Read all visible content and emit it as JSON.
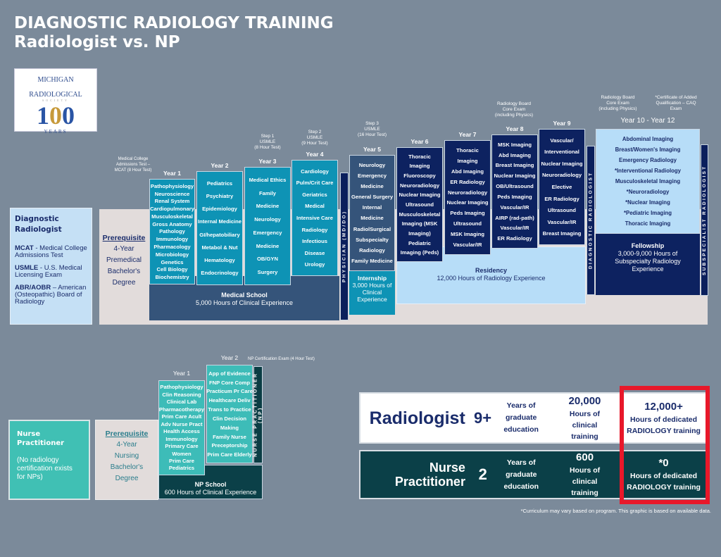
{
  "title": {
    "line1": "DIAGNOSTIC RADIOLOGY TRAINING",
    "line2": "Radiologist vs. NP"
  },
  "logo": {
    "line1": "MICHIGAN",
    "line2": "RADIOLOGICAL",
    "society": "SOCIETY",
    "number": "100",
    "years": "YEARS"
  },
  "legend": {
    "heading": "Diagnostic Radiologist",
    "items": [
      {
        "abbr": "MCAT",
        "text": " - Medical College Admissions Test"
      },
      {
        "abbr": "USMLE",
        "text": " - U.S. Medical Licensing Exam"
      },
      {
        "abbr": "ABR/AOBR",
        "text": " – American (Osteopathic) Board of Radiology"
      }
    ]
  },
  "prereq_rad": {
    "label": "Prerequisite",
    "lines": [
      "4-Year",
      "Premedical",
      "Bachelor's",
      "Degree"
    ]
  },
  "notes": {
    "mcat": "Medical College Admissions Test – MCAT (8 Hour Test)",
    "step1": "Step 1\nUSMLE\n(8 Hour Test)",
    "step2": "Step 2\nUSMLE\n(9 Hour Test)",
    "step3": "Step 3\nUSMLE\n(16 Hour Test)",
    "board": "Radiology Board\nCore Exam\n(including Physics)",
    "board2": "Radiology Board\nCore Exam\n(including Physics)",
    "caq": "*Certificate of Added\nQualification – CAQ\nExam"
  },
  "years": [
    {
      "label": "Year 1",
      "items": [
        "Pathophysiology",
        "Neuroscience",
        "Renal System",
        "Cardiopulmonary",
        "Musculoskeletal",
        "Gross Anatomy",
        "Pathology",
        "Immunology",
        "Pharmacology",
        "Microbiology",
        "Genetics",
        "Cell Biology",
        "Biochemistry"
      ]
    },
    {
      "label": "Year 2",
      "items": [
        "Pediatrics",
        "Psychiatry",
        "Epidemiology",
        "Internal Medicine",
        "GI/hepatobiliary",
        "Metabol & Nut",
        "Hematology",
        "Endocrinology"
      ]
    },
    {
      "label": "Year 3",
      "items": [
        "Medical Ethics",
        "Family",
        "Medicine",
        "Neurology",
        "Emergency",
        "Medicine",
        "OB/GYN",
        "Surgery"
      ]
    },
    {
      "label": "Year 4",
      "items": [
        "Cardiology",
        "Pulm/Crit Care",
        "Geriatrics",
        "Medical",
        "Intensive Care",
        "Radiology",
        "Infectious",
        "Disease",
        "Urology"
      ]
    },
    {
      "label": "Year 5",
      "items": [
        "Neurology",
        "Emergency",
        "Medicine",
        "General Surgery",
        "Internal",
        "Medicine",
        "RadiolSurgical",
        "Subspecialty",
        "Radiology",
        "Family Medicine"
      ]
    },
    {
      "label": "Year 6",
      "items": [
        "Thoracic",
        "Imaging",
        "Fluoroscopy",
        "Neuroradiology",
        "Nuclear Imaging",
        "Ultrasound",
        "Musculoskeletal",
        "Imaging (MSK",
        "Imaging)",
        "Pediatric",
        "Imaging (Peds)"
      ]
    },
    {
      "label": "Year 7",
      "items": [
        "Thoracic",
        "Imaging",
        "Abd Imaging",
        "ER Radiology",
        "Neuroradiology",
        "Nuclear Imaging",
        "Peds Imaging",
        "Ultrasound",
        "MSK Imaging",
        "Vascular/IR"
      ]
    },
    {
      "label": "Year 8",
      "items": [
        "MSK Imaging",
        "Abd Imaging",
        "Breast Imaging",
        "Nuclear Imaging",
        "OB/Ultrasound",
        "Peds Imaging",
        "Vascular/IR",
        "AIRP (rad-path)",
        "Vascular/IR",
        "ER Radiology"
      ]
    },
    {
      "label": "Year 9",
      "items": [
        "Vascular/",
        "Interventional",
        "Nuclear Imaging",
        "Neuroradiology",
        "Elective",
        "ER Radiology",
        "Ultrasound",
        "Vascular/IR",
        "Breast Imaging"
      ]
    },
    {
      "label": "Year 10 - Year 12",
      "items": [
        "Abdominal Imaging",
        "Breast/Women's Imaging",
        "Emergency Radiology",
        "*Interventional Radiology",
        "Musculoskeletal Imaging",
        "*Neuroradiology",
        "*Nuclear Imaging",
        "*Pediatric Imaging",
        "Thoracic Imaging"
      ]
    }
  ],
  "bands": {
    "med_school": {
      "title": "Medical School",
      "sub": "5,000 Hours of Clinical Experience"
    },
    "internship": {
      "title": "Internship",
      "sub": "3,000 Hours of Clinical Experience"
    },
    "residency": {
      "title": "Residency",
      "sub": "12,000 Hours of Radiology Experience"
    },
    "fellowship": {
      "title": "Fellowship",
      "sub": "3,000-9,000 Hours of Subspecialty Radiology Experience"
    }
  },
  "verticals": {
    "physician": "PHYSICIAN (MD/DO)",
    "diagnostic": "DIAGNOSTIC RADIOLOGIST",
    "subspecialist": "SUBSPECIALIST RADIOLOGIST",
    "np": "NURSE PRACTITIONER (NP)"
  },
  "np": {
    "heading": "Nurse Practitioner",
    "note": "(No radiology certification exists for NPs)",
    "prereq": {
      "label": "Prerequisite",
      "lines": [
        "4-Year",
        "Nursing",
        "Bachelor's",
        "Degree"
      ]
    },
    "cert_note": "NP Certification Exam (4 Hour Test)",
    "years": [
      {
        "label": "Year 1",
        "items": [
          "Pathophysiology",
          "Clin Reasoning",
          "Clinical Lab",
          "Pharmacotherapy",
          "Prim Care Acult",
          "Adv Nurse Pract",
          "Health Access",
          "Immunology",
          "Primary Care",
          "Women",
          "Prim Care",
          "Pediatrics"
        ]
      },
      {
        "label": "Year 2",
        "items": [
          "App of Evidence",
          "FNP Core Comp",
          "Practicum Pr Care",
          "Healthcare Deliv",
          "Trans to Practice",
          "Clin Decision",
          "Making",
          "Family Nurse",
          "Preceptorship",
          "Prim Care Elderly"
        ]
      }
    ],
    "school": {
      "title": "NP School",
      "sub": "600 Hours of Clinical Experience"
    }
  },
  "comparison": [
    {
      "role": "Radiologist",
      "years": "9+",
      "years_label": "Years of graduate education",
      "hours": "20,000",
      "hours_label": "Hours of clinical training",
      "rad": "12,000+",
      "rad_label": "Hours of dedicated RADIOLOGY training"
    },
    {
      "role": "Nurse Practitioner",
      "years": "2",
      "years_label": "Years of graduate education",
      "hours": "600",
      "hours_label": "Hours of clinical training",
      "rad": "*0",
      "rad_label": "Hours of dedicated RADIOLOGY training"
    }
  ],
  "footnote": "*Curriculum may vary based on program.  This graphic is based on available data.",
  "colors": {
    "bg": "#7b8a9a",
    "cyan": "#0e93b5",
    "slate": "#35547a",
    "navy": "#0d2260",
    "light_blue": "#b7ddf8",
    "teal": "#40c0b4",
    "dark_teal": "#0b4048",
    "highlight": "#e8182a"
  }
}
